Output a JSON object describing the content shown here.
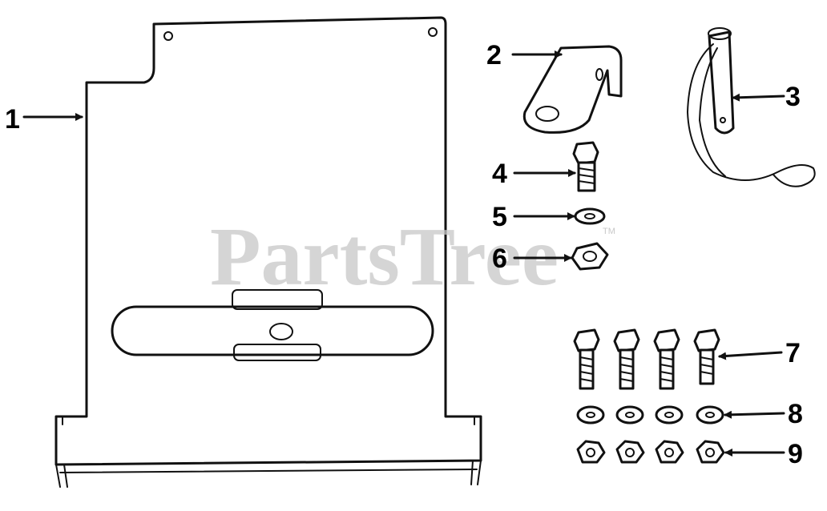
{
  "watermark": {
    "text": "PartsTree",
    "tm": "TM"
  },
  "callouts": [
    {
      "id": "1",
      "label": "1"
    },
    {
      "id": "2",
      "label": "2"
    },
    {
      "id": "3",
      "label": "3"
    },
    {
      "id": "4",
      "label": "4"
    },
    {
      "id": "5",
      "label": "5"
    },
    {
      "id": "6",
      "label": "6"
    },
    {
      "id": "7",
      "label": "7"
    },
    {
      "id": "8",
      "label": "8"
    },
    {
      "id": "9",
      "label": "9"
    }
  ],
  "colors": {
    "line": "#111111",
    "watermark": "#c8c8c8",
    "background": "#ffffff"
  }
}
